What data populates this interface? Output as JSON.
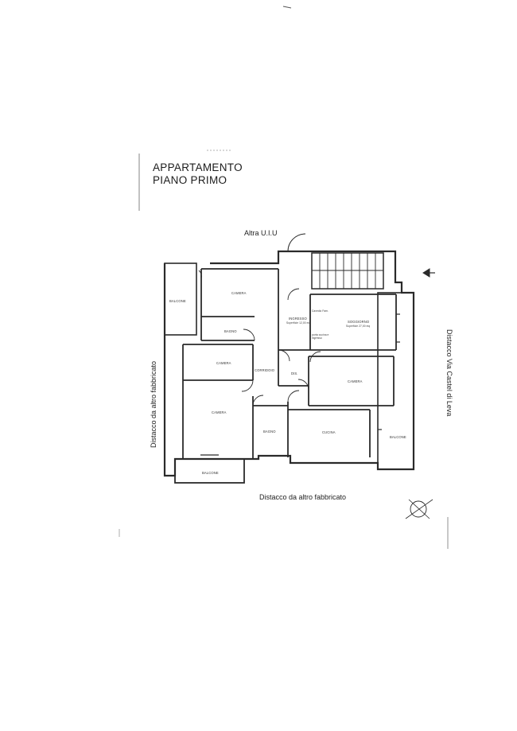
{
  "title": {
    "line1": "APPARTAMENTO",
    "line2": "PIANO PRIMO"
  },
  "labels": {
    "top": "Altra U.I.U",
    "bottom": "Distacco da altro fabbricato",
    "left": "Distacco da altro fabbricato",
    "right": "Distacco Via Castel di Leva"
  },
  "rooms": {
    "balcone_nw": "BALCONE",
    "camera_1": "CAMERA",
    "bagno_1": "BAGNO",
    "camera_2": "CAMERA",
    "corridoio": "CORRIDOIO",
    "camera_3": "CAMERA",
    "bagno_2": "BAGNO",
    "balcone_sw": "BALCONE",
    "ingresso": "INGRESSO",
    "ingresso_area": "Superficie 12,00 mq",
    "soggiorno": "SOGGIORNO",
    "soggiorno_area": "Superficie 27,00 mq",
    "dis": "DIS.",
    "camera_4": "CAMERA",
    "cucina": "CUCINA",
    "balcone_e": "BALCONE",
    "note_1": "Cavedio Fam.",
    "note_2": "porta cucina e ingresso"
  },
  "colors": {
    "ink": "#2a2a2a",
    "paper": "#ffffff"
  }
}
